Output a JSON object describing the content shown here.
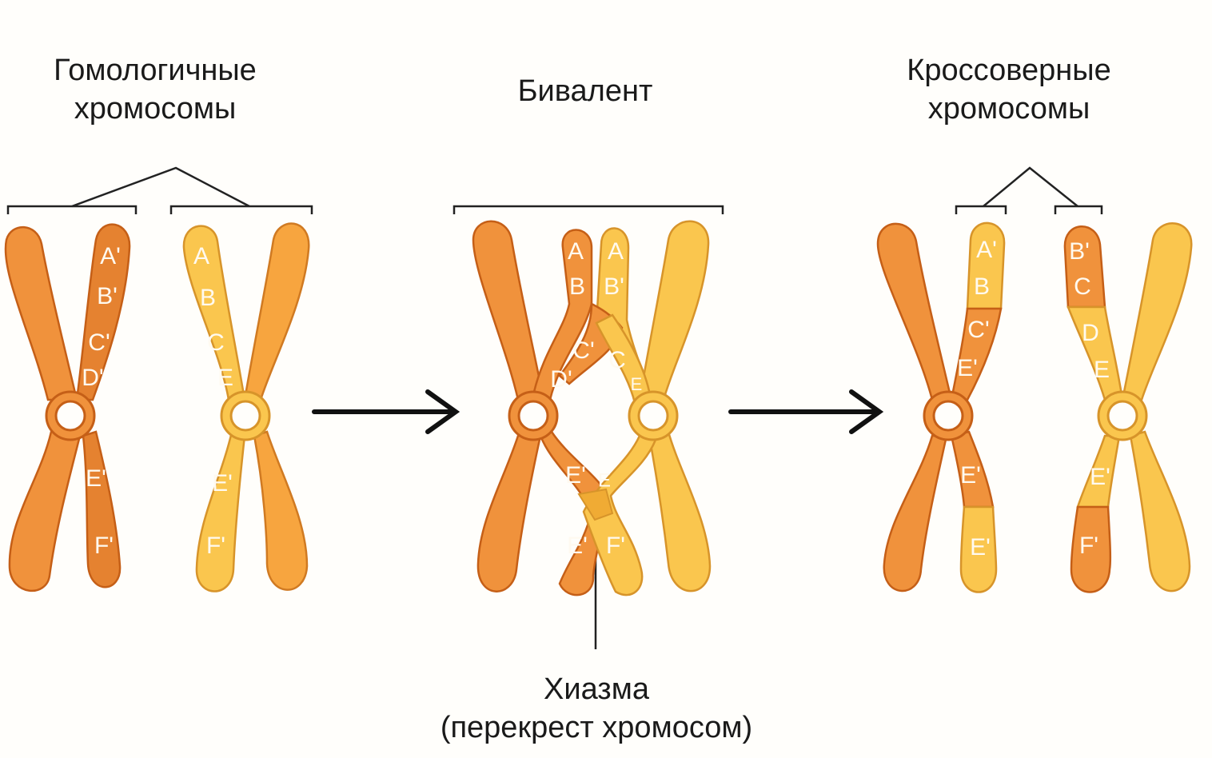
{
  "titles": {
    "homologous": [
      "Гомологичные",
      "хромосомы"
    ],
    "bivalent": [
      "Бивалент"
    ],
    "crossover": [
      "Кроссоверные",
      "хромосомы"
    ],
    "chiasma": [
      "Хиазма",
      "(перекрест хромосом)"
    ]
  },
  "colors": {
    "dark": "#f0923c",
    "light": "#fac64e",
    "outline": "#c55f17",
    "light_outline": "#d7942a",
    "text": "#1a1a1a"
  },
  "genes": {
    "homolog1": [
      "A'",
      "B'",
      "C'",
      "D'",
      "E'",
      "F'"
    ],
    "homolog2": [
      "A",
      "B",
      "C",
      "E",
      "E'",
      "F'"
    ],
    "bivalent_dark": [
      "A",
      "B",
      "C'",
      "D'",
      "E'",
      "E'"
    ],
    "bivalent_light": [
      "A",
      "B'",
      "C",
      "E",
      "E",
      "F'"
    ],
    "crossover1": [
      "A'",
      "B",
      "C'",
      "E'",
      "E'",
      "E'"
    ],
    "crossover2": [
      "B'",
      "C",
      "D",
      "E",
      "E'",
      "F'"
    ]
  }
}
